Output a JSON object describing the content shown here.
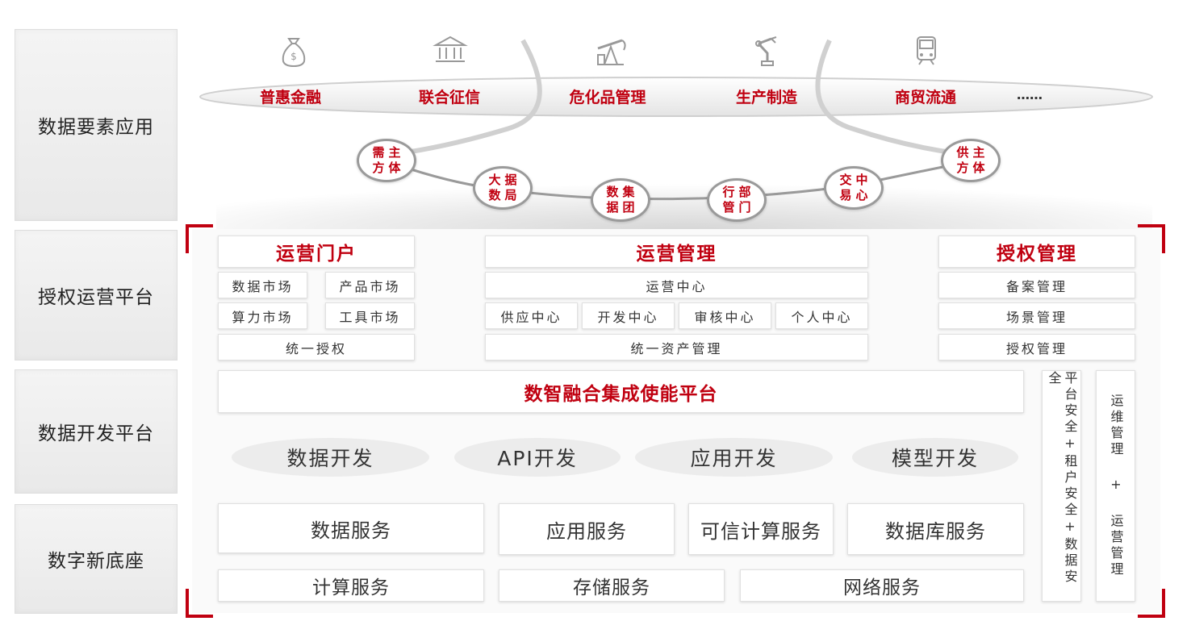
{
  "layers": [
    {
      "label": "数据要素应用"
    },
    {
      "label": "授权运营平台"
    },
    {
      "label": "数据开发平台"
    },
    {
      "label": "数字新底座"
    }
  ],
  "applications": [
    {
      "label": "普惠金融",
      "icon": "money-bag-icon"
    },
    {
      "label": "联合征信",
      "icon": "bank-icon"
    },
    {
      "label": "危化品管理",
      "icon": "oil-pump-icon"
    },
    {
      "label": "生产制造",
      "icon": "robot-arm-icon"
    },
    {
      "label": "商贸流通",
      "icon": "train-icon"
    }
  ],
  "applications_more": "……",
  "participants": [
    {
      "line1": "需方",
      "line2": "主体"
    },
    {
      "line1": "大数",
      "line2": "据局"
    },
    {
      "line1": "数据",
      "line2": "集团"
    },
    {
      "line1": "行管",
      "line2": "部门"
    },
    {
      "line1": "交易",
      "line2": "中心"
    },
    {
      "line1": "供方",
      "line2": "主体"
    }
  ],
  "portal": {
    "title": "运营门户",
    "items": [
      "数据市场",
      "产品市场",
      "算力市场",
      "工具市场"
    ],
    "footer": "统一授权"
  },
  "ops": {
    "title": "运营管理",
    "center": "运营中心",
    "items": [
      "供应中心",
      "开发中心",
      "审核中心",
      "个人中心"
    ],
    "footer": "统一资产管理"
  },
  "auth": {
    "title": "授权管理",
    "items": [
      "备案管理",
      "场景管理",
      "授权管理"
    ]
  },
  "platform_title": "数智融合集成使能平台",
  "dev": [
    "数据开发",
    "API开发",
    "应用开发",
    "模型开发"
  ],
  "services": [
    "数据服务",
    "应用服务",
    "可信计算服务",
    "数据库服务"
  ],
  "infra": [
    "计算服务",
    "存储服务",
    "网络服务"
  ],
  "security_text": "平台安全+租户安全+数据安全",
  "ops_mgmt_text": "运维管理 + 运营管理",
  "colors": {
    "accent": "#c00010",
    "connector": "#9a9a9a"
  }
}
